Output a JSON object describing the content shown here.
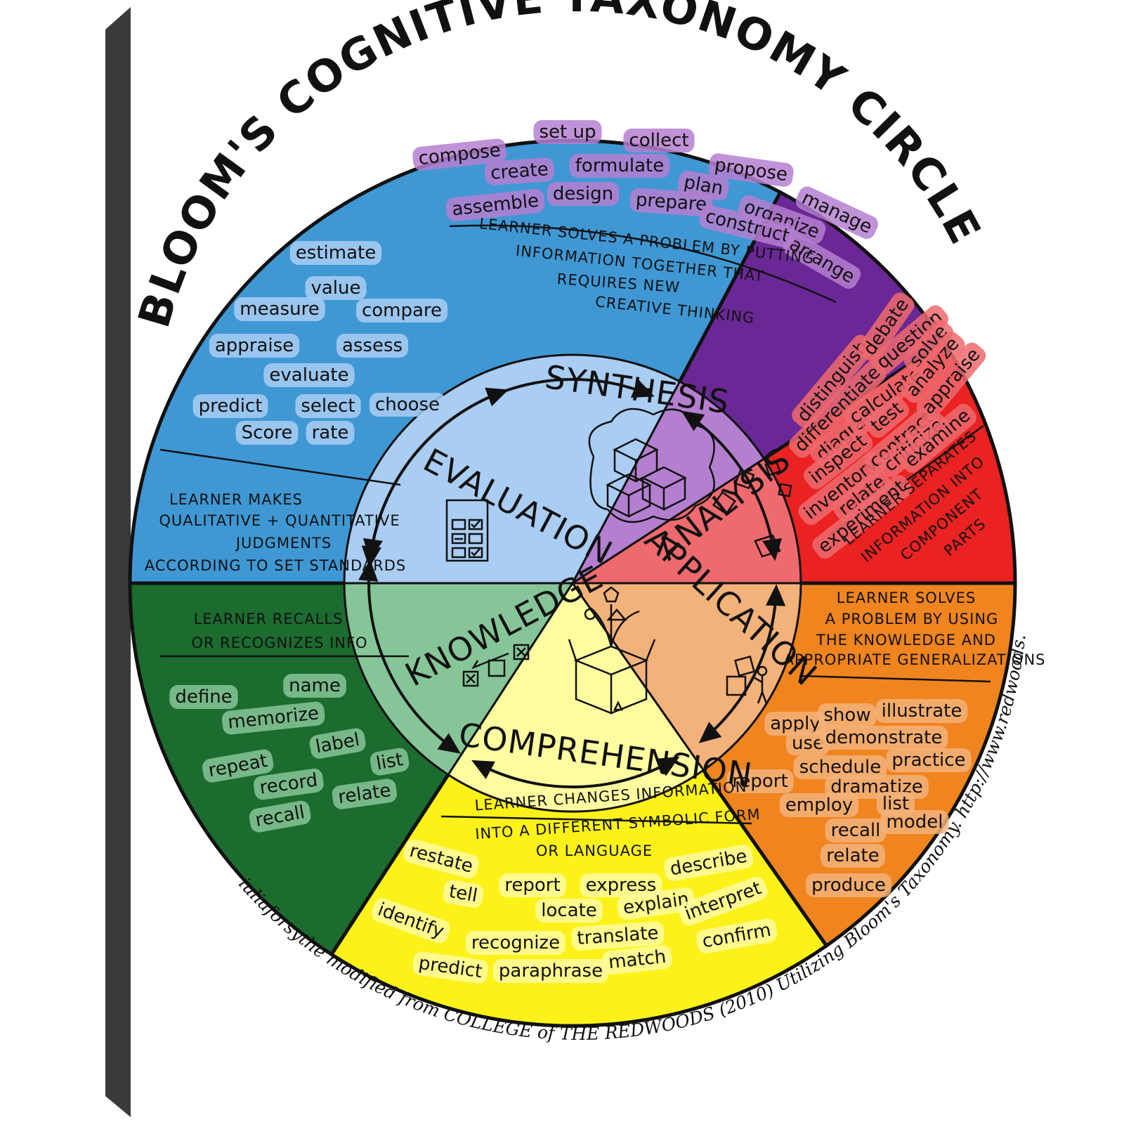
{
  "title": "BLOOM'S COGNITIVE TAXONOMY CIRCLE",
  "credit": "@giuliaforsythe modified from COLLEGE of THE REDWOODS (2010) Utilizing Bloom's Taxonomy. http://www.redwoods.edu",
  "colors": {
    "evaluation": "#3f98d4",
    "evaluation_inner": "#a9cdf3",
    "synthesis": "#6a2896",
    "synthesis_inner": "#b57fd0",
    "analysis": "#ea2222",
    "analysis_inner": "#ee6a6e",
    "application": "#f0841f",
    "application_inner": "#f3b27a",
    "comprehension": "#fcf21a",
    "comprehension_inner": "#fffca0",
    "knowledge": "#1c6b2f",
    "knowledge_inner": "#86c597"
  },
  "sectors": [
    {
      "key": "evaluation",
      "name": "EVALUATION",
      "description": [
        "LEARNER MAKES",
        "QUALITATIVE + QUANTITATIVE",
        "JUDGMENTS",
        "ACCORDING TO SET STANDARDS"
      ],
      "verbs": [
        "estimate",
        "value",
        "measure",
        "compare",
        "appraise",
        "assess",
        "evaluate",
        "predict",
        "select",
        "choose",
        "Score",
        "rate"
      ]
    },
    {
      "key": "synthesis",
      "name": "SYNTHESIS",
      "description": [
        "LEARNER SOLVES A PROBLEM BY PUTTING",
        "INFORMATION TOGETHER THAT",
        "REQUIRES NEW",
        "CREATIVE THINKING"
      ],
      "verbs": [
        "compose",
        "set up",
        "collect",
        "propose",
        "create",
        "formulate",
        "plan",
        "manage",
        "assemble",
        "design",
        "prepare",
        "organize",
        "construct",
        "arrange"
      ]
    },
    {
      "key": "analysis",
      "name": "ANALYSIS",
      "description": [
        "LEARNER SEPARATES",
        "INFORMATION INTO",
        "COMPONENT",
        "PARTS"
      ],
      "verbs": [
        "distinguish",
        "debate",
        "differentiate",
        "question",
        "diagram",
        "calculate",
        "solve",
        "inspect",
        "test",
        "analyze",
        "inventory",
        "contract",
        "appraise",
        "relate",
        "criticize",
        "experiment",
        "examine"
      ]
    },
    {
      "key": "application",
      "name": "APPLICATION",
      "description": [
        "LEARNER SOLVES",
        "A PROBLEM BY USING",
        "THE KNOWLEDGE AND",
        "APPROPRIATE GENERALIZATIONS"
      ],
      "verbs": [
        "apply",
        "show",
        "illustrate",
        "use",
        "demonstrate",
        "report",
        "schedule",
        "practice",
        "dramatize",
        "employ",
        "list",
        "recall",
        "model",
        "relate",
        "produce"
      ]
    },
    {
      "key": "comprehension",
      "name": "COMPREHENSION",
      "description": [
        "LEARNER CHANGES INFORMATION",
        "INTO A DIFFERENT SYMBOLIC FORM",
        "OR LANGUAGE"
      ],
      "verbs": [
        "restate",
        "report",
        "express",
        "describe",
        "tell",
        "locate",
        "explain",
        "identify",
        "interpret",
        "recognize",
        "translate",
        "confirm",
        "predict",
        "paraphrase",
        "match"
      ]
    },
    {
      "key": "knowledge",
      "name": "KNOWLEDGE",
      "description": [
        "LEARNER RECALLS",
        "OR RECOGNIZES INFO"
      ],
      "verbs": [
        "define",
        "name",
        "memorize",
        "label",
        "repeat",
        "list",
        "record",
        "relate",
        "recall"
      ]
    }
  ]
}
